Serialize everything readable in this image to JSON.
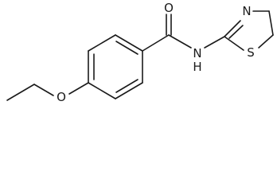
{
  "molecule": {
    "atoms": {
      "carbonyl_oxygen": "O",
      "amide_nitrogen": "N",
      "amide_hydrogen": "H",
      "ring_nitrogen": "N",
      "ring_sulfur": "S",
      "ether_oxygen": "O"
    }
  }
}
